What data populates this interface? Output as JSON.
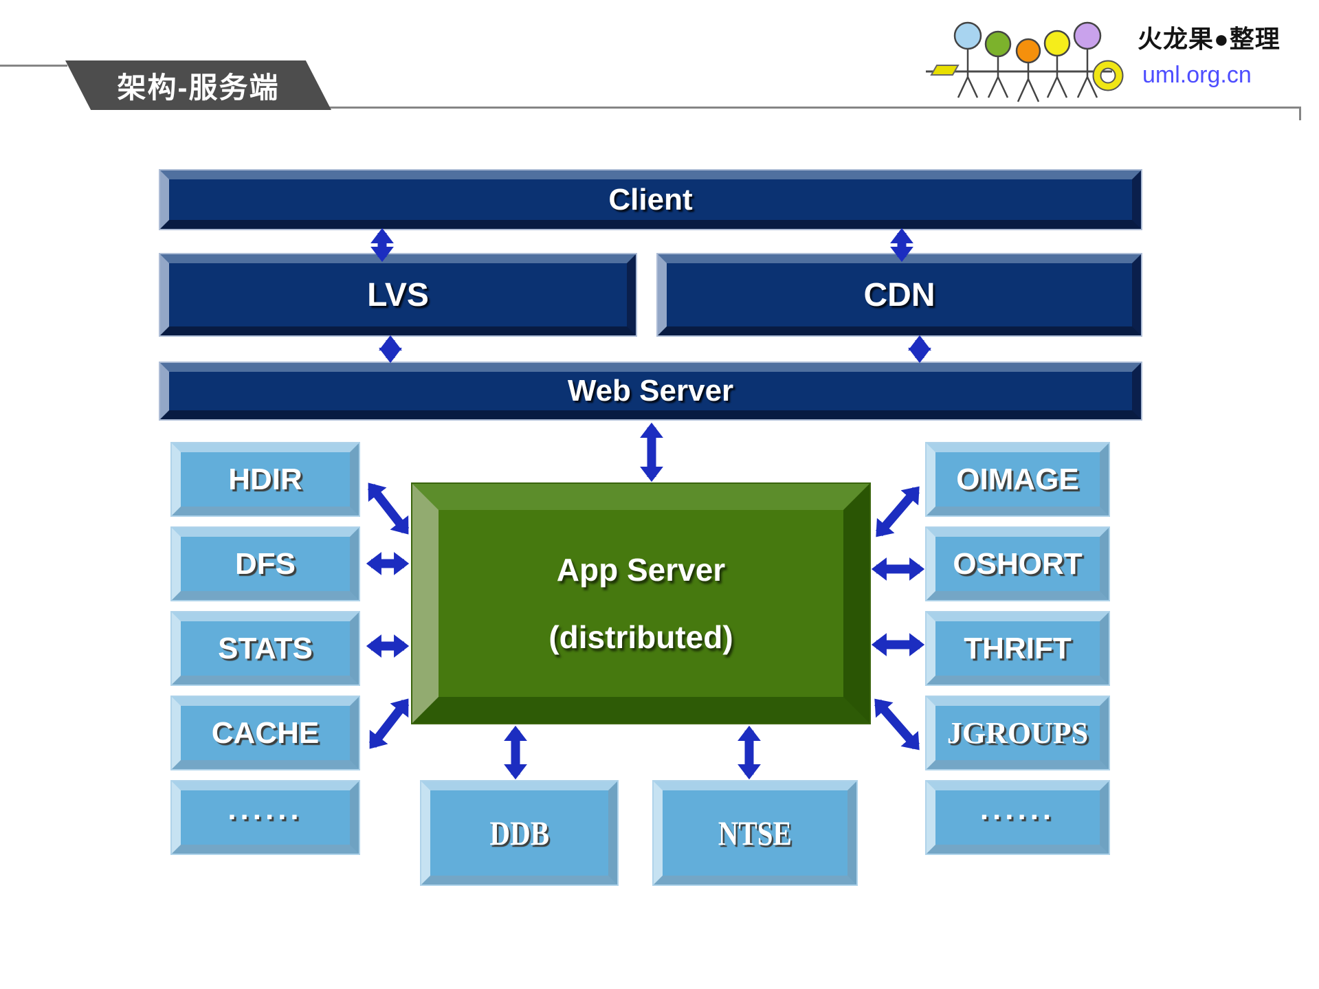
{
  "header": {
    "badge": "架构-服务端",
    "brand": {
      "title": "火龙果●整理",
      "site": "uml.org.cn"
    }
  },
  "diagram": {
    "client": "Client",
    "lvs": "LVS",
    "cdn": "CDN",
    "web": "Web Server",
    "app_line1": "App Server",
    "app_line2": "(distributed)",
    "left": [
      "HDIR",
      "DFS",
      "STATS",
      "CACHE",
      "......"
    ],
    "right": [
      "OIMAGE",
      "OSHORT",
      "THRIFT",
      "JGROUPS",
      "......"
    ],
    "bottom": [
      "DDB",
      "NTSE"
    ]
  },
  "colors": {
    "navy_bar": "#0b3272",
    "light_blue_box": "#62aeda",
    "green_box": "#46790f",
    "arrow_blue": "#1c2dc0",
    "badge_gray": "#4d4d4d",
    "site_link_blue": "#4d4dff",
    "logo_heads": [
      "#a8d4f0",
      "#7cb22c",
      "#f5900c",
      "#f5ed1b",
      "#c9a2ec"
    ]
  }
}
